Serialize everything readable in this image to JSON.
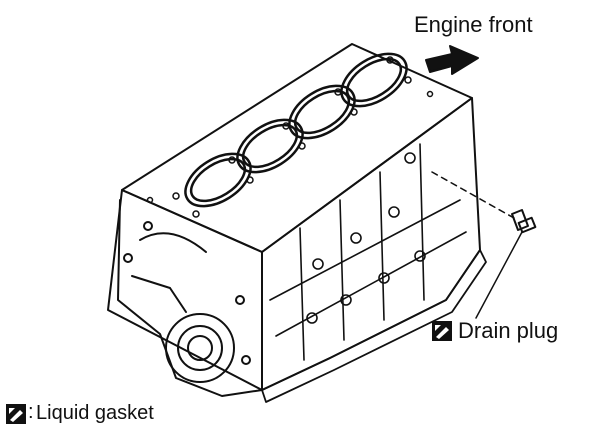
{
  "labels": {
    "engine_front": "Engine front",
    "drain_plug": "Drain plug",
    "legend_text": "Liquid gasket",
    "legend_colon": ":"
  },
  "icons": {
    "direction_arrow": "arrow-right-icon",
    "liquid_gasket_symbol": "liquid-gasket-icon"
  },
  "colors": {
    "ink": "#111111",
    "background": "#ffffff"
  }
}
